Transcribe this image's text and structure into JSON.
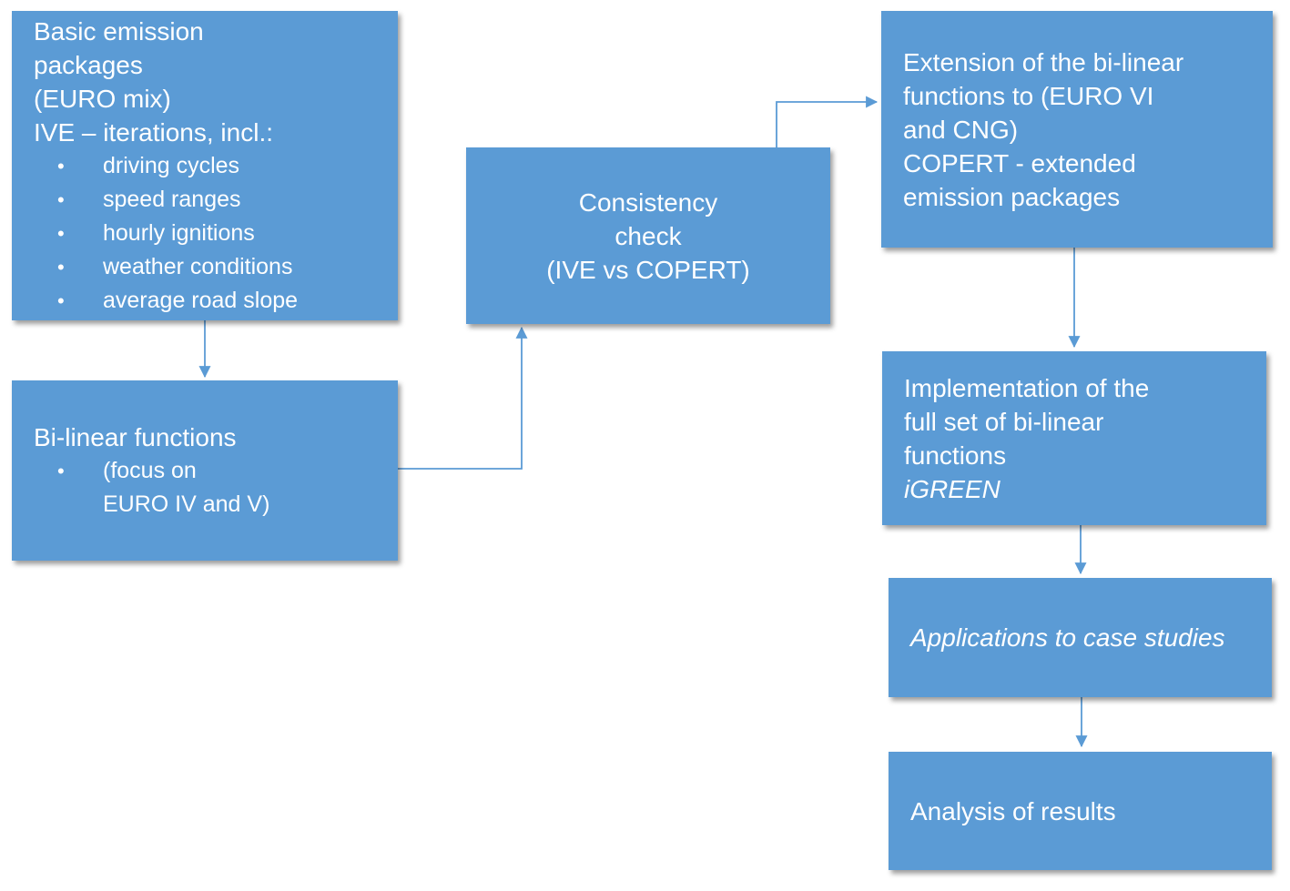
{
  "diagram": {
    "colors": {
      "box_fill": "#5B9BD5",
      "arrow_color": "#5B9BD5",
      "text_color": "#FFFFFF",
      "background": "#FFFFFF"
    },
    "boxes": {
      "basic_emission": {
        "heading": "Basic emission\npackages\n(EURO mix)\nIVE – iterations, incl.:",
        "bullets": [
          "driving cycles",
          "speed ranges",
          "hourly ignitions",
          "weather conditions",
          "average road slope"
        ]
      },
      "bilinear": {
        "heading": "Bi-linear functions",
        "bullet": "(focus on\nEURO IV and V)"
      },
      "consistency": {
        "text": "Consistency\ncheck\n(IVE vs COPERT)"
      },
      "extension": {
        "text": "Extension of the bi-linear\nfunctions to (EURO VI\nand CNG)\nCOPERT - extended\nemission packages"
      },
      "implementation": {
        "text": "Implementation of the\nfull set of bi-linear\nfunctions",
        "emphasis": "iGREEN"
      },
      "applications": {
        "text": "Applications to case studies"
      },
      "analysis": {
        "text": "Analysis of results"
      }
    }
  }
}
